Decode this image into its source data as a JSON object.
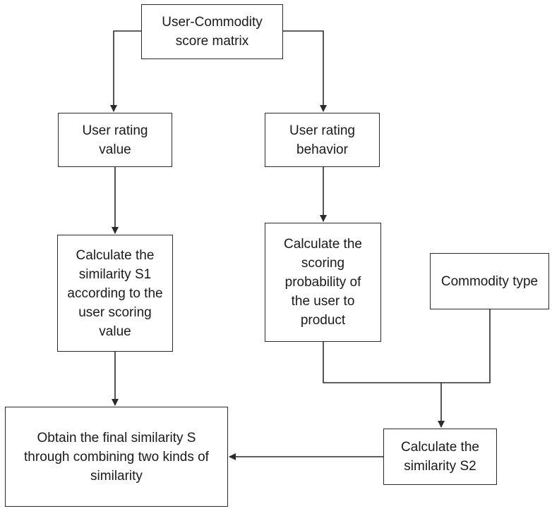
{
  "diagram": {
    "nodes": {
      "matrix": "User-Commodity\nscore matrix",
      "rating_value": "User rating\nvalue",
      "rating_behavior": "User rating\nbehavior",
      "similarity_s1": "Calculate the\nsimilarity S1\naccording to the\nuser scoring\nvalue",
      "scoring_probability": "Calculate the\nscoring\nprobability of\nthe user to\nproduct",
      "commodity_type": "Commodity type",
      "similarity_s2": "Calculate the\nsimilarity S2",
      "final_similarity": "Obtain the final similarity S\nthrough combining two kinds of\nsimilarity"
    }
  }
}
